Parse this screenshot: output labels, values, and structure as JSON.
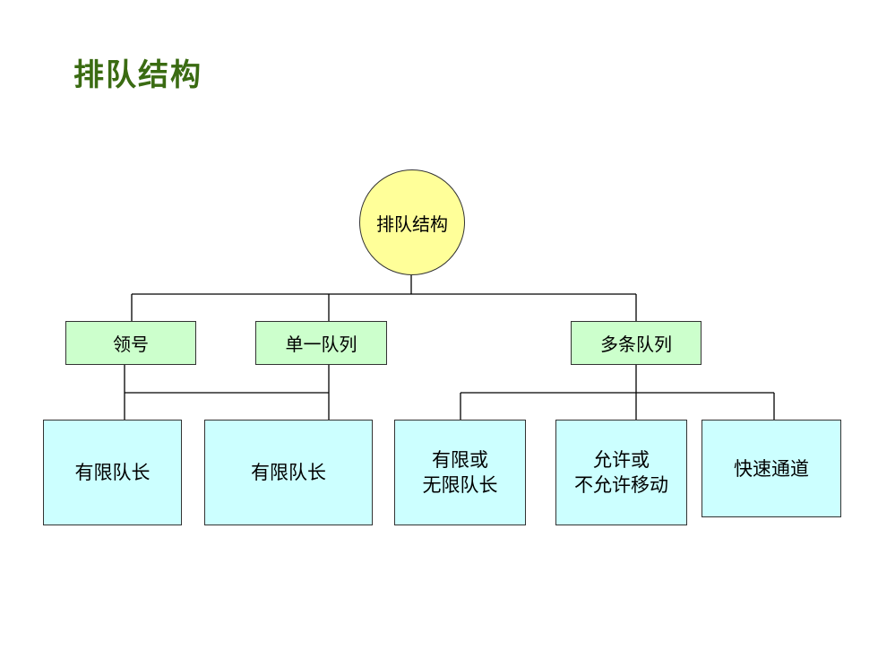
{
  "title": "排队结构",
  "root": {
    "label": "排队结构"
  },
  "level1": {
    "ticket": "领号",
    "single_queue": "单一队列",
    "multi_queue": "多条队列"
  },
  "level2": {
    "finite_1": "有限队长",
    "finite_2": "有限队长",
    "finite_or_infinite": {
      "line1": "有限或",
      "line2": "无限队长"
    },
    "allow_move": {
      "line1": "允许或",
      "line2": "不允许移动"
    },
    "express_lane": "快速通道"
  },
  "colors": {
    "title": "#3a6b12",
    "root_fill": "#ffff99",
    "level1_fill": "#ccffcc",
    "level2_fill": "#ccffff",
    "line": "#000000"
  }
}
